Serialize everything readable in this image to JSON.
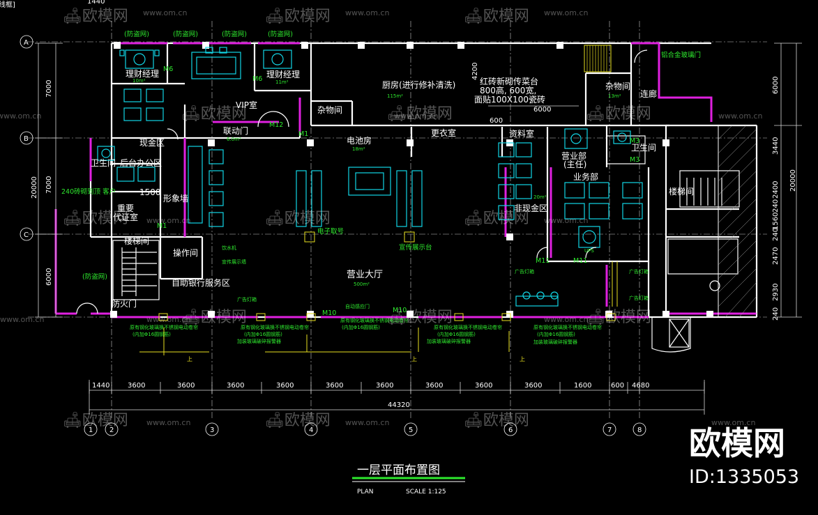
{
  "corner_label": "线框]",
  "top_partial": "1440",
  "watermark": {
    "brand": "欧模网",
    "site": "www.om.cn",
    "id": "ID:1335053"
  },
  "title": "一层平面布置图",
  "subtitle": {
    "plan": "PLAN",
    "scale": "SCALE 1:125"
  },
  "axes_left": [
    "A",
    "B",
    "C"
  ],
  "axes_bottom": [
    "1",
    "2",
    "3",
    "4",
    "5",
    "6",
    "7",
    "8"
  ],
  "dims_bottom": [
    "1440",
    "3600",
    "3600",
    "3600",
    "3600",
    "3600",
    "3600",
    "3600",
    "3600",
    "3600",
    "1600",
    "600",
    "4680"
  ],
  "dim_total": "44320",
  "dims_left": [
    "7000",
    "7000",
    "6000"
  ],
  "dim_left_total": "20000",
  "dims_right_outer": [
    "6000",
    "3440",
    "2400",
    "240",
    "1560",
    "240",
    "2470",
    "2930",
    "240"
  ],
  "dim_right_total": "20000",
  "rooms": {
    "wealth_mgr_l": "理财经理",
    "wealth_mgr_r": "理财经理",
    "kitchen": "厨房(进行修补清洗)",
    "misc1": "杂物间",
    "misc2": "杂物间",
    "corridor": "连廊",
    "cash": "现金区",
    "toilet_l": "卫生间",
    "back_office": "后台办公区",
    "vip": "VIP室",
    "motion_door": "联动门",
    "battery": "电池房",
    "locker": "更衣室",
    "archive": "资料室",
    "business_dept": "营业部",
    "supervisor": "(主任)",
    "service_dept": "业务部",
    "toilet_r": "卫生间",
    "stairs_r": "楼梯间",
    "image_wall": "形象墙",
    "vault": "重要",
    "vault2": "代证室",
    "stairs_l": "楼梯间",
    "ops": "操作间",
    "atm": "自助银行服务区",
    "lobby": "营业大厅",
    "noncash": "非现金区",
    "fire_door": "防火门",
    "wall_note": "240砖砌到顶 客户",
    "wall_size": "1500"
  },
  "kitchen_note": [
    "红砖新砌传菜台",
    "800高, 600宽,",
    "面贴100X100瓷砖"
  ],
  "kitchen_dims": [
    "4200",
    "6000",
    "600"
  ],
  "green_labels": {
    "guard": "(防盗网)",
    "aluminium_door": "铝合金玻璃门",
    "doors": [
      "M1",
      "M6",
      "M6",
      "M3",
      "M3",
      "M1",
      "M11",
      "M11",
      "M10",
      "M10",
      "M12"
    ],
    "area_small": [
      "10m²",
      "11m²",
      "115m²",
      "18m²",
      "6.0m²",
      "13m²",
      "500m²",
      "20m²"
    ],
    "ad_light": "广告灯箱",
    "glass_note": "原有钢化玻璃换不锈钢电动卷帘",
    "glass_note2": "(内加Φ16圆钢筋)",
    "alarm_note": "加装玻璃破碎报警器",
    "queue": "电子取号",
    "promo": "宣传展示台",
    "water": "饮水机",
    "info_rack": "宣传展示墙",
    "auto_door": "自动感应门",
    "ups": "UPS"
  },
  "yellow_labels": {
    "up1": "上",
    "up2": "上",
    "up3": "上"
  }
}
